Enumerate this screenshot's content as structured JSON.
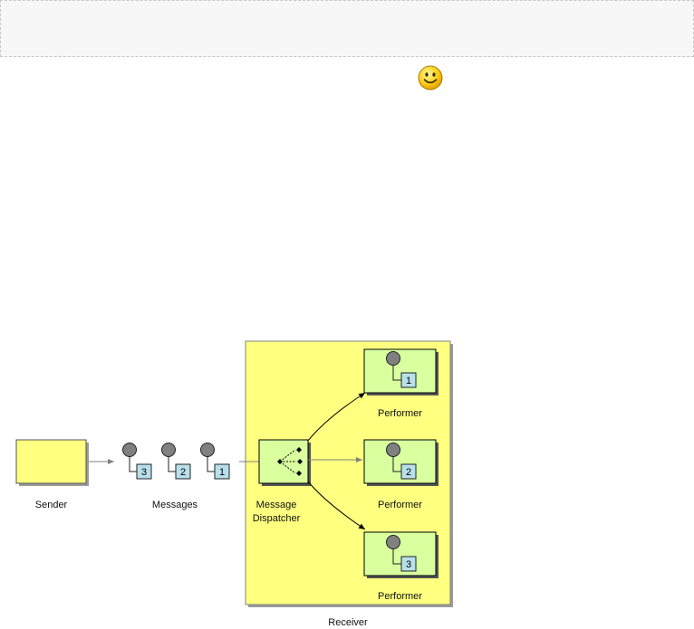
{
  "labels": {
    "sender": "Sender",
    "messages": "Messages",
    "dispatcher_line1": "Message",
    "dispatcher_line2": "Dispatcher",
    "performer_1": "Performer",
    "performer_2": "Performer",
    "performer_3": "Performer",
    "receiver": "Receiver"
  },
  "messages": [
    "3",
    "2",
    "1"
  ],
  "performer_tags": [
    "1",
    "2",
    "3"
  ],
  "colors": {
    "receiver_fill": "#ffff80",
    "node_fill": "#d9ff9f",
    "tag_fill": "#b8e0ea",
    "sender_fill": "#ffff80",
    "dot_fill": "#808080"
  },
  "icons": [
    "smiley-icon",
    "dispatcher-fanout-icon"
  ]
}
